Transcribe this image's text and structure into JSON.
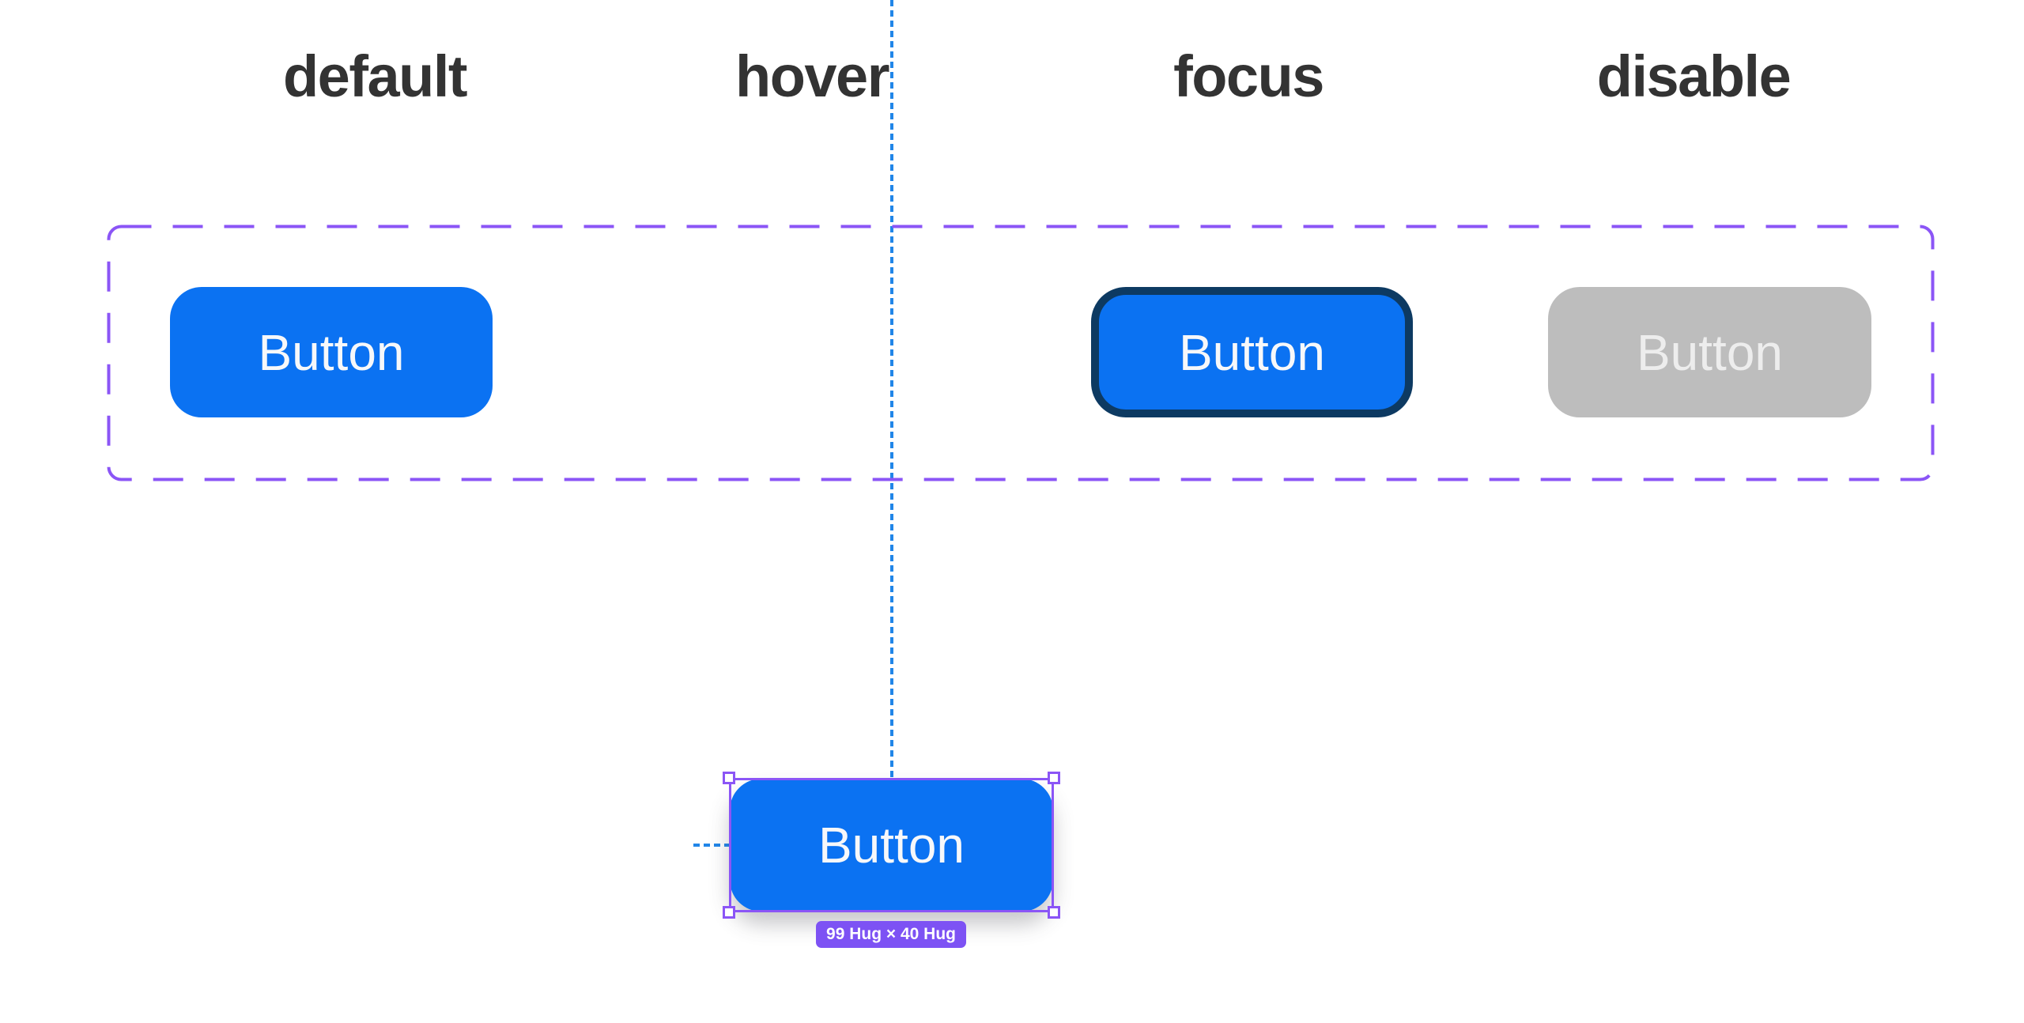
{
  "canvas": {
    "app_context": "design-tool-canvas",
    "background": "#ffffff"
  },
  "columns": [
    {
      "id": "default",
      "label": "default"
    },
    {
      "id": "hover",
      "label": "hover"
    },
    {
      "id": "focus",
      "label": "focus"
    },
    {
      "id": "disable",
      "label": "disable"
    }
  ],
  "buttons": {
    "default": {
      "label": "Button",
      "state": "default"
    },
    "hover": {
      "label": "",
      "state": "hover-slot-empty"
    },
    "focus": {
      "label": "Button",
      "state": "focus"
    },
    "disable": {
      "label": "Button",
      "state": "disabled"
    },
    "dragged": {
      "label": "Button",
      "state": "selected-dragging"
    }
  },
  "selection": {
    "size_badge": "99 Hug × 40 Hug",
    "width": "99",
    "height": "40",
    "sizing_mode": "Hug"
  },
  "colors": {
    "button_blue": "#0b72f2",
    "focus_ring": "#0d3a62",
    "disabled_fill": "#bdbdbd",
    "disabled_text": "#ededed",
    "button_text": "#f7f8fa",
    "header_text": "#333333",
    "selection_purple": "#8b55f6",
    "badge_purple": "#7d52f4",
    "guide_blue": "#2186e8"
  }
}
